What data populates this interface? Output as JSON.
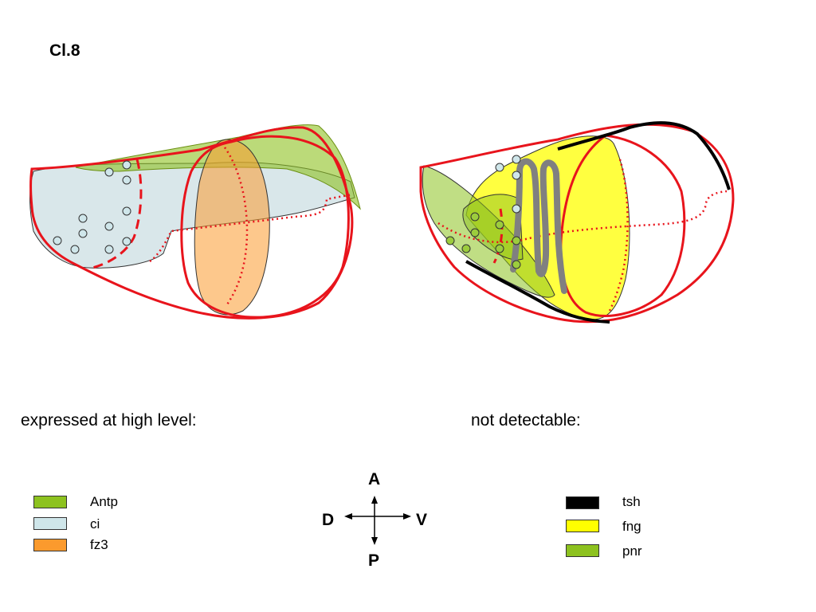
{
  "title": "Cl.8",
  "headings": {
    "left": "expressed at high level:",
    "right": "not detectable:"
  },
  "legend_left": [
    {
      "label": "Antp",
      "color": "#8dc21f"
    },
    {
      "label": "ci",
      "color": "#cfe6ea"
    },
    {
      "label": "fz3",
      "color": "#fb9a2d"
    }
  ],
  "legend_right": [
    {
      "label": "tsh",
      "color": "#000000"
    },
    {
      "label": "fng",
      "color": "#ffff00"
    },
    {
      "label": "pnr",
      "color": "#8dc21f"
    }
  ],
  "axes": {
    "top": "A",
    "bottom": "P",
    "left": "D",
    "right": "V"
  },
  "colors": {
    "outline": "#e8141c",
    "antp": "#8dc21f",
    "ci": "#cfe6ea",
    "fz3": "#fb9a2d",
    "fng": "#ffff00",
    "tsh": "#000000",
    "gray_marker": "#808080"
  }
}
